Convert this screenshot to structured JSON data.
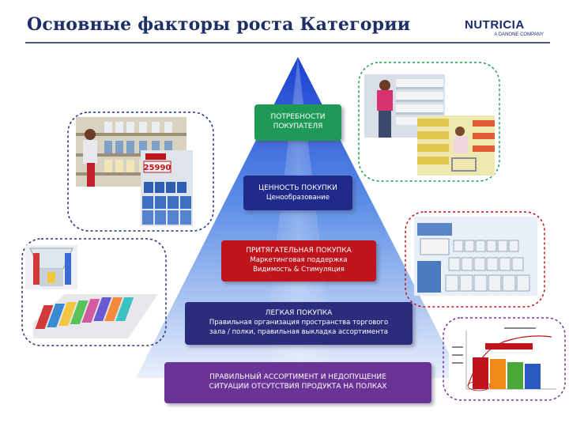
{
  "header": {
    "title": "Основные факторы роста Категории",
    "logo": "NUTRICIA",
    "logo_tagline": "A DANONE COMPANY"
  },
  "pyramid": {
    "levels": [
      {
        "title": "ПОТРЕБНОСТИ ПОКУПАТЕЛЯ",
        "subtitle": "",
        "color": "#1e9a56"
      },
      {
        "title": "ЦЕННОСТЬ ПОКУПКИ",
        "subtitle": "Ценообразование",
        "color": "#1f2a8a"
      },
      {
        "title": "ПРИТЯГАТЕЛЬНАЯ ПОКУПКА",
        "subtitle_lines": [
          "Маркетинговая поддержка",
          "Видимость & Стимуляция"
        ],
        "color": "#c0141c"
      },
      {
        "title": "ЛЕГКАЯ ПОКУПКА",
        "subtitle_lines": [
          "Правильная организация пространства торгового",
          "зала / полки, правильная выкладка ассортимента"
        ],
        "color": "#2a2d7c"
      },
      {
        "title_lines": [
          "ПРАВИЛЬНЫЙ АССОРТИМЕНТ И НЕДОПУЩЕНИЕ",
          "СИТУАЦИИ ОТСУТСТВИЯ ПРОДУКТА НА ПОЛКАХ"
        ],
        "color": "#6a3396"
      }
    ]
  },
  "photos": {
    "price_tag_text": "25990"
  }
}
